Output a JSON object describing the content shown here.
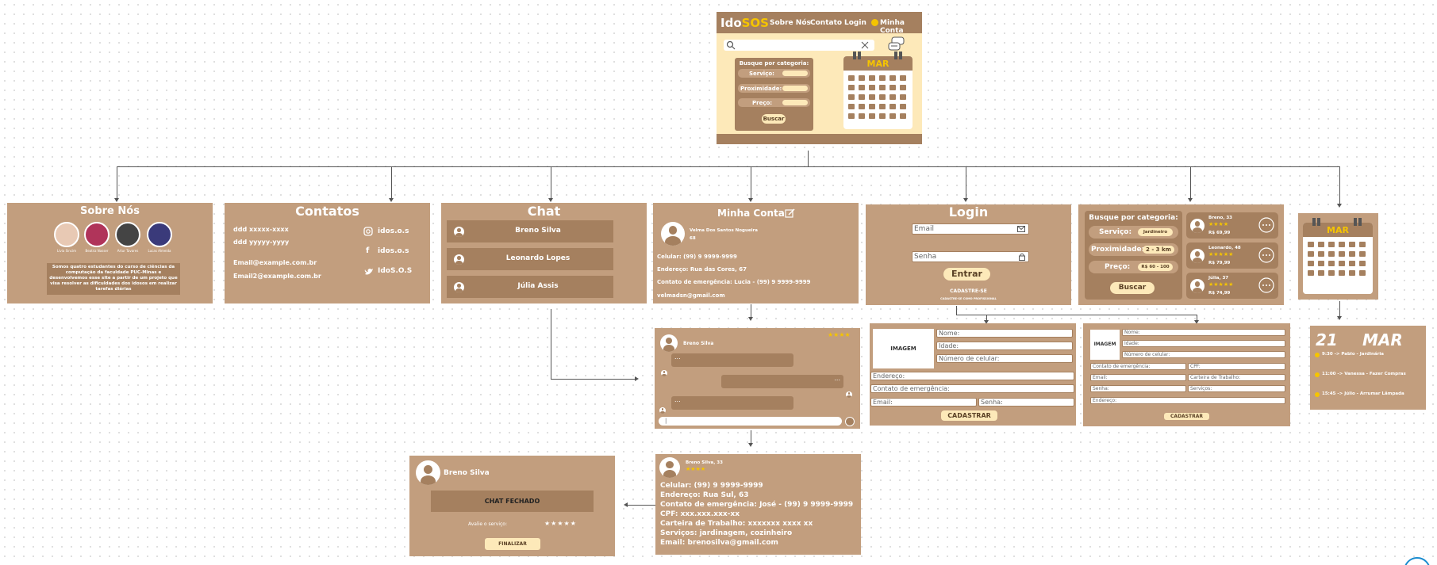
{
  "header": {
    "logo_a": "Ido",
    "logo_b": "SOS",
    "nav": [
      "Sobre Nós",
      "Contato",
      "Login",
      "Minha Conta"
    ],
    "filter_title": "Busque por categoria:",
    "filter_labels": [
      "Serviço:",
      "Proximidade:",
      "Preço:"
    ],
    "search_button": "Buscar",
    "calendar_month": "MAR"
  },
  "sobre": {
    "title": "Sobre Nós",
    "members": [
      "Lívia Sincim",
      "Beatriz Nasser",
      "Artur Tavares",
      "Lucas Almeida"
    ],
    "text": "Somos quatro estudantes do curso de ciências da computação da faculdade PUC-Minas e desenvolvemos esse site a partir de um projeto que visa resolver as dificuldades dos idosos em realizar tarefas diárias"
  },
  "contatos": {
    "title": "Contatos",
    "phones": [
      "ddd xxxxx-xxxx",
      "ddd yyyyy-yyyy"
    ],
    "emails": [
      "Email@example.com.br",
      "Email2@example.com.br"
    ],
    "socials": [
      "idos.o.s",
      "idos.o.s",
      "IdoS.O.S"
    ]
  },
  "chat": {
    "title": "Chat",
    "contacts": [
      "Breno Silva",
      "Leonardo Lopes",
      "Júlia Assis"
    ]
  },
  "conta": {
    "title": "Minha Conta",
    "name": "Velma Dos Santos Nogueira",
    "age": "68",
    "lines": [
      "Celular: (99) 9 9999-9999",
      "Endereço: Rua das Cores, 67",
      "Contato de emergência: Lucia - (99) 9 9999-9999",
      "velmadsn@gmail.com"
    ]
  },
  "login": {
    "title": "Login",
    "email_placeholder": "Email",
    "password_placeholder": "Senha",
    "enter_button": "Entrar",
    "signup": "CADASTRE-SE",
    "signup_pro": "CADASTRE-SE COMO PROFISSIONAL"
  },
  "results": {
    "filter_title": "Busque por categoria:",
    "filter_labels": [
      "Serviço:",
      "Proximidade:",
      "Preço:"
    ],
    "filter_values": [
      "Jardineiro",
      "2 - 3 km",
      "R$ 60 - 100"
    ],
    "search_button": "Buscar",
    "items": [
      {
        "name": "Breno, 33",
        "stars": "★★★★",
        "price": "R$ 69,99"
      },
      {
        "name": "Leonardo, 48",
        "stars": "★★★★★",
        "price": "R$ 79,99"
      },
      {
        "name": "Júlia, 37",
        "stars": "★★★★★",
        "price": "R$ 74,99"
      }
    ]
  },
  "calendar_small": {
    "month": "MAR"
  },
  "chat_window": {
    "name": "Breno Silva",
    "stars": "★★★★",
    "bubble": "...",
    "input_value": "|"
  },
  "cadastro": {
    "image": "IMAGEM",
    "fields": [
      "Nome:",
      "Idade:",
      "Número de celular:",
      "Endereço:",
      "Contato de emergência:",
      "Email:",
      "Senha:"
    ],
    "button": "CADASTRAR"
  },
  "cadastro_pro": {
    "image": "IMAGEM",
    "fields": [
      "Nome:",
      "Idade:",
      "Número de celular:",
      "Contato de emergência:",
      "CPF:",
      "Email:",
      "Carteira de Trabalho:",
      "Senha:",
      "Serviços:",
      "Endereço:"
    ],
    "button": "CADASTRAR"
  },
  "agenda": {
    "day": "21",
    "month": "MAR",
    "items": [
      "9:30 -> Pablo - Jardinária",
      "11:00 -> Vanessa - Fazer Compras",
      "15:45 -> Júlio - Arrumar Lâmpada"
    ]
  },
  "perfil": {
    "name": "Breno Silva, 33",
    "stars": "★★★★",
    "lines": [
      "Celular: (99) 9 9999-9999",
      "Endereço: Rua Sul, 63",
      "Contato de emergência: José - (99) 9 9999-9999",
      "CPF: xxx.xxx.xxx-xx",
      "Carteira de Trabalho: xxxxxxx xxxx xx",
      "Serviços: jardinagem, cozinheiro",
      "Email: brenosilva@gmail.com"
    ]
  },
  "fechado": {
    "name": "Breno Silva",
    "status": "CHAT FECHADO",
    "rate_label": "Avalie o serviço:",
    "stars": "★★★★★",
    "button": "FINALIZAR"
  },
  "colors": {
    "panel": "#c29e7e",
    "panel_dark": "#a5805f",
    "cream": "#fde9b9",
    "accent": "#f5c400"
  }
}
